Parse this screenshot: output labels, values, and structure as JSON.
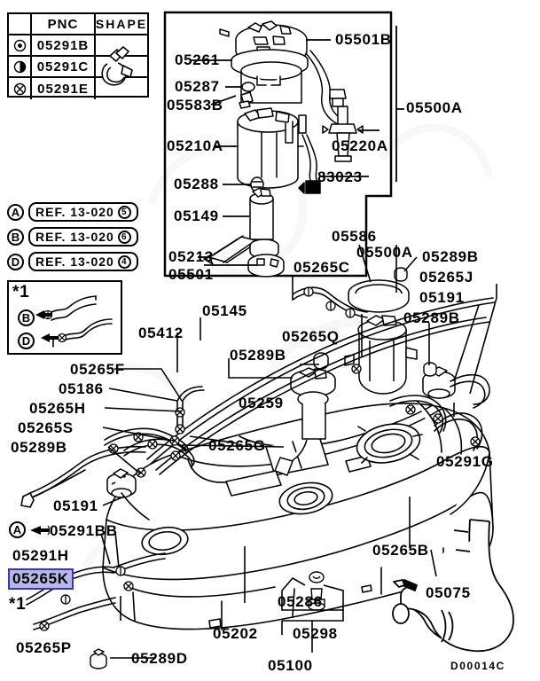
{
  "diagram": {
    "code": "D00014C",
    "title": "Fuel Tank & Fuel Pump Assembly"
  },
  "pnc_table": {
    "headers": {
      "symbol": "",
      "pnc": "PNC",
      "shape": "SHAPE"
    },
    "rows": [
      {
        "symbol": "circle-dot",
        "pnc": "05291B"
      },
      {
        "symbol": "circle-half",
        "pnc": "05291C"
      },
      {
        "symbol": "circle-x",
        "pnc": "05291E"
      }
    ]
  },
  "references": [
    {
      "tag": "A",
      "text": "REF. 13-020",
      "num": "5"
    },
    {
      "tag": "B",
      "text": "REF. 13-020",
      "num": "6"
    },
    {
      "tag": "D",
      "text": "REF. 13-020",
      "num": "4"
    }
  ],
  "star_note": {
    "marker": "*1",
    "tag_b": "B",
    "tag_d": "D"
  },
  "star_note_2": {
    "marker": "*1"
  },
  "inset_labels": [
    {
      "id": "05501B",
      "text": "05501B"
    },
    {
      "id": "05261",
      "text": "05261"
    },
    {
      "id": "05287",
      "text": "05287"
    },
    {
      "id": "05583B",
      "text": "05583B"
    },
    {
      "id": "05210A",
      "text": "05210A"
    },
    {
      "id": "05220A",
      "text": "05220A"
    },
    {
      "id": "83023",
      "text": "83023"
    },
    {
      "id": "05288",
      "text": "05288"
    },
    {
      "id": "05149",
      "text": "05149"
    },
    {
      "id": "05213",
      "text": "05213"
    },
    {
      "id": "05501",
      "text": "05501"
    },
    {
      "id": "05500A-inset",
      "text": "05500A"
    }
  ],
  "main_labels": [
    {
      "id": "05586",
      "text": "05586"
    },
    {
      "id": "05500A",
      "text": "05500A"
    },
    {
      "id": "05289B-1",
      "text": "05289B"
    },
    {
      "id": "05265J",
      "text": "05265J"
    },
    {
      "id": "05191-1",
      "text": "05191"
    },
    {
      "id": "05289B-2",
      "text": "05289B"
    },
    {
      "id": "05265C",
      "text": "05265C"
    },
    {
      "id": "05265Q",
      "text": "05265Q"
    },
    {
      "id": "05289B-3",
      "text": "05289B"
    },
    {
      "id": "05259",
      "text": "05259"
    },
    {
      "id": "05265G",
      "text": "05265G"
    },
    {
      "id": "05145",
      "text": "05145"
    },
    {
      "id": "05412",
      "text": "05412"
    },
    {
      "id": "05265F",
      "text": "05265F"
    },
    {
      "id": "05186",
      "text": "05186"
    },
    {
      "id": "05265H",
      "text": "05265H"
    },
    {
      "id": "05265S",
      "text": "05265S"
    },
    {
      "id": "05289B-4",
      "text": "05289B"
    },
    {
      "id": "05191-2",
      "text": "05191"
    },
    {
      "id": "05291BB",
      "text": "05291BB"
    },
    {
      "id": "05291H",
      "text": "05291H"
    },
    {
      "id": "05265K",
      "text": "05265K",
      "highlighted": true
    },
    {
      "id": "05265P",
      "text": "05265P"
    },
    {
      "id": "05289D",
      "text": "05289D"
    },
    {
      "id": "05202",
      "text": "05202"
    },
    {
      "id": "05286",
      "text": "05286"
    },
    {
      "id": "05298",
      "text": "05298"
    },
    {
      "id": "05100",
      "text": "05100"
    },
    {
      "id": "05265B",
      "text": "05265B"
    },
    {
      "id": "05075",
      "text": "05075"
    },
    {
      "id": "05291G",
      "text": "05291G"
    }
  ],
  "callout_tags": [
    {
      "tag": "A"
    }
  ],
  "colors": {
    "highlight_fill": "#b9b6e8",
    "highlight_border": "#3a36b5",
    "line": "#000000",
    "background": "#ffffff",
    "watermark": "#cccccc"
  }
}
